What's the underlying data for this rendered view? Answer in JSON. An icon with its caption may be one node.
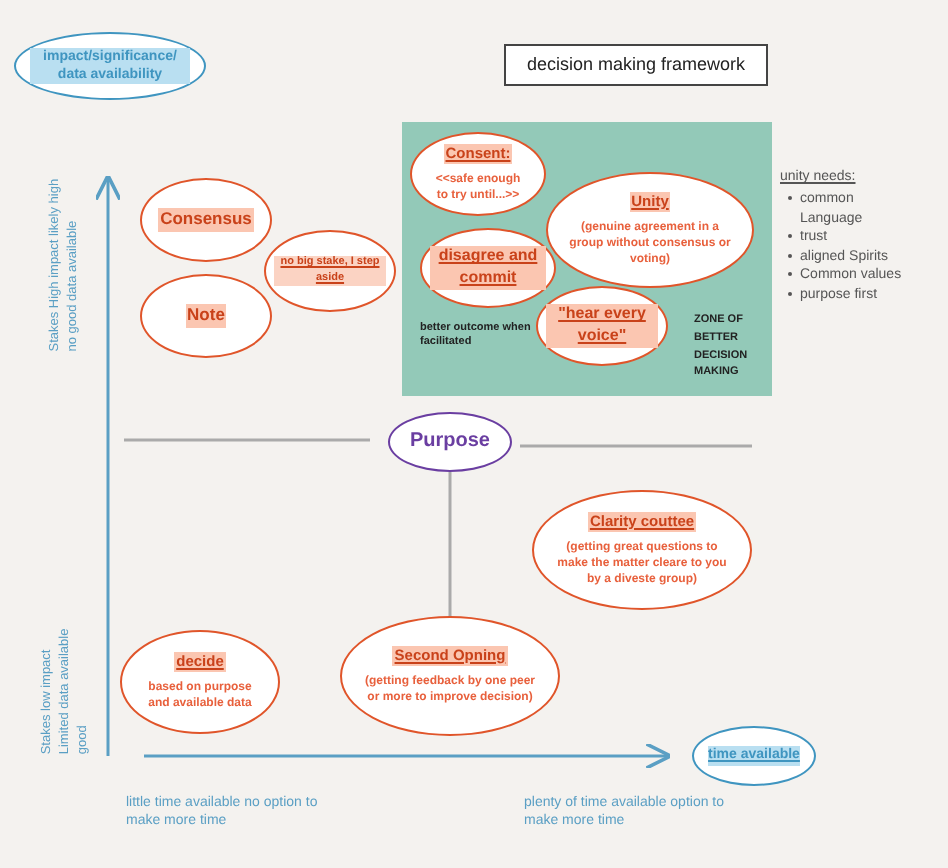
{
  "diagram": {
    "nodes": [
      {
        "text": [
          "impact/significance/ data availability"
        ]
      },
      {
        "text": [
          "decision making framework"
        ]
      },
      {
        "text": [
          "better outcome when facilitated",
          "ZONE OF BETTER DECISION MAKING"
        ]
      },
      {
        "text": [
          "Consensus"
        ]
      },
      {
        "text": [
          "Note"
        ]
      },
      {
        "text": [
          "no big stake, I step aside"
        ]
      },
      {
        "text": [
          "Consent:",
          "<<safe enough to try until...>>"
        ],
        "in": 2
      },
      {
        "text": [
          "Unity",
          "(genuine agreement in a group without consensus or voting)"
        ],
        "in": 2
      },
      {
        "text": [
          "disagree and commit"
        ],
        "in": 2
      },
      {
        "text": [
          "\"hear every voice\""
        ],
        "in": 2
      },
      {
        "text": [
          "Purpose"
        ]
      },
      {
        "text": [
          "Clarity couttee",
          "(getting great questions to make the matter cleare to you by a diveste group)"
        ]
      },
      {
        "text": [
          "decide",
          "based on purpose and available data"
        ]
      },
      {
        "text": [
          "Second Opning",
          "(getting feedback by one peer or more to improve decision)"
        ]
      },
      {
        "text": [
          "time available"
        ]
      }
    ],
    "edges": [
      {
        "from": 10,
        "to": 13,
        "arrow": "none"
      }
    ],
    "labels": [
      "unity needs:",
      "common Language",
      "trust",
      "aligned Spirits",
      "Common values",
      "purpose first",
      "Stakes High impact likely high no good data available",
      "Stakes low impact Limited data available good",
      "little time available no option to make more time",
      "plenty of time available option to make more time"
    ]
  }
}
